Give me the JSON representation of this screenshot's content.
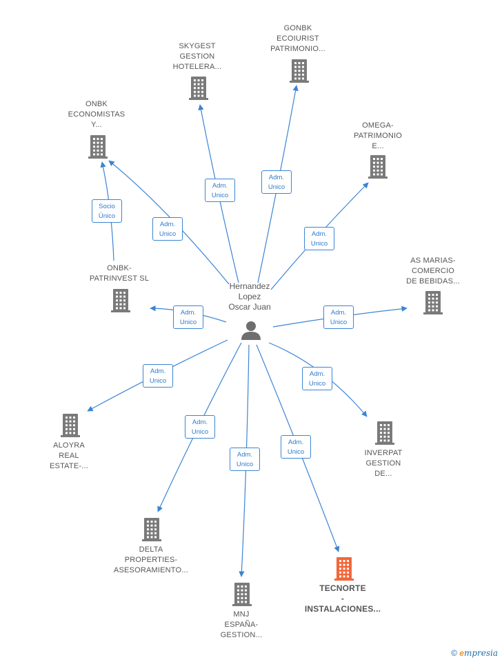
{
  "center": {
    "lines": [
      "Hernandez",
      "Lopez",
      "Oscar Juan"
    ],
    "icon": "person-icon"
  },
  "companies": [
    {
      "id": "skygest",
      "lines": [
        "SKYGEST",
        "GESTION",
        "HOTELERA..."
      ],
      "icon": "building-icon",
      "highlight": false
    },
    {
      "id": "gonbk",
      "lines": [
        "GONBK",
        "ECOIURIST",
        "PATRIMONIO..."
      ],
      "icon": "building-icon",
      "highlight": false
    },
    {
      "id": "onbk-economistas",
      "lines": [
        "ONBK",
        "ECONOMISTAS",
        "Y..."
      ],
      "icon": "building-icon",
      "highlight": false
    },
    {
      "id": "omega",
      "lines": [
        "OMEGA-",
        "PATRIMONIO",
        "E..."
      ],
      "icon": "building-icon",
      "highlight": false
    },
    {
      "id": "onbk-patrinvest",
      "lines": [
        "ONBK-",
        "PATRINVEST SL"
      ],
      "icon": "building-icon",
      "highlight": false
    },
    {
      "id": "as-marias",
      "lines": [
        "AS MARIAS-",
        "COMERCIO",
        "DE BEBIDAS..."
      ],
      "icon": "building-icon",
      "highlight": false
    },
    {
      "id": "aloyra",
      "lines": [
        "ALOYRA",
        "REAL",
        "ESTATE-..."
      ],
      "icon": "building-icon",
      "highlight": false
    },
    {
      "id": "inverpat",
      "lines": [
        "INVERPAT",
        "GESTION",
        "DE..."
      ],
      "icon": "building-icon",
      "highlight": false
    },
    {
      "id": "delta",
      "lines": [
        "DELTA",
        "PROPERTIES-",
        "ASESORAMIENTO..."
      ],
      "icon": "building-icon",
      "highlight": false
    },
    {
      "id": "mnj",
      "lines": [
        "MNJ",
        "ESPAÑA-",
        "GESTION..."
      ],
      "icon": "building-icon",
      "highlight": false
    },
    {
      "id": "tecnorte",
      "lines": [
        "TECNORTE",
        "-",
        "INSTALACIONES..."
      ],
      "icon": "building-icon",
      "highlight": true
    }
  ],
  "relations": [
    {
      "from": "center",
      "to": "skygest",
      "lines": [
        "Adm.",
        "Unico"
      ]
    },
    {
      "from": "center",
      "to": "gonbk",
      "lines": [
        "Adm.",
        "Unico"
      ]
    },
    {
      "from": "center",
      "to": "onbk-economistas",
      "lines": [
        "Adm.",
        "Unico"
      ]
    },
    {
      "from": "onbk-patrinvest",
      "to": "onbk-economistas",
      "lines": [
        "Socio",
        "Único"
      ]
    },
    {
      "from": "center",
      "to": "omega",
      "lines": [
        "Adm.",
        "Unico"
      ]
    },
    {
      "from": "center",
      "to": "onbk-patrinvest",
      "lines": [
        "Adm.",
        "Unico"
      ]
    },
    {
      "from": "center",
      "to": "as-marias",
      "lines": [
        "Adm.",
        "Unico"
      ]
    },
    {
      "from": "center",
      "to": "aloyra",
      "lines": [
        "Adm.",
        "Unico"
      ]
    },
    {
      "from": "center",
      "to": "inverpat",
      "lines": [
        "Adm.",
        "Unico"
      ]
    },
    {
      "from": "center",
      "to": "delta",
      "lines": [
        "Adm.",
        "Unico"
      ]
    },
    {
      "from": "center",
      "to": "mnj",
      "lines": [
        "Adm.",
        "Unico"
      ]
    },
    {
      "from": "center",
      "to": "tecnorte",
      "lines": [
        "Adm.",
        "Unico"
      ]
    }
  ],
  "colors": {
    "edge": "#3a84d4",
    "node": "#7a7a7a",
    "highlight_node": "#f2673a",
    "text": "#555555"
  },
  "footer": {
    "copyright_symbol": "©",
    "brand_initial": "e",
    "brand_rest": "mpresia",
    "icon": "copyright-icon"
  }
}
